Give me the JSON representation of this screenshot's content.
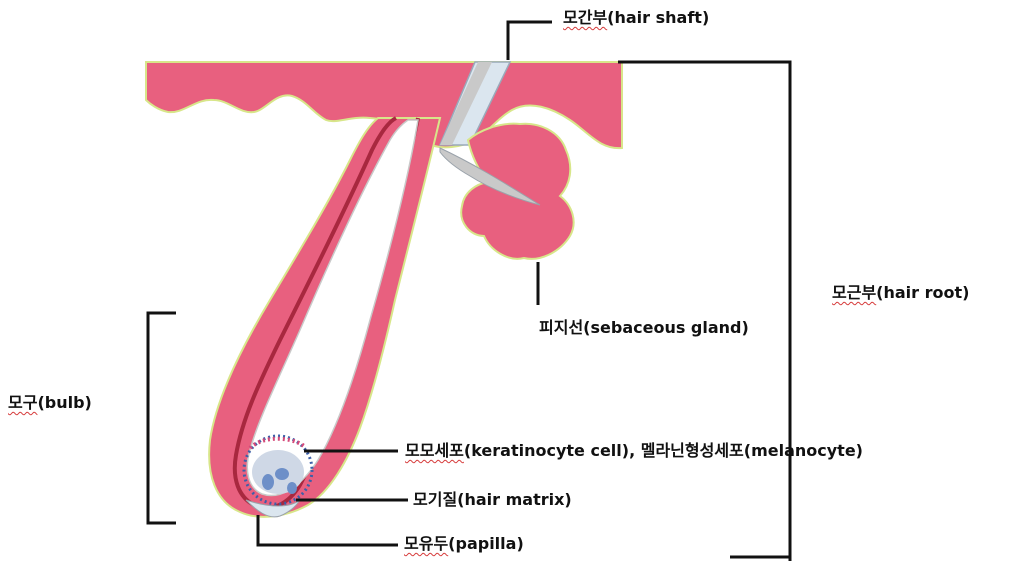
{
  "labels": {
    "hair_shaft": {
      "ko": "모간부",
      "en": "(hair shaft)"
    },
    "hair_root": {
      "ko": "모근부",
      "en": "(hair root)"
    },
    "sebaceous_gland": {
      "ko": "피지선",
      "en": "(sebaceous gland)"
    },
    "bulb": {
      "ko": "모구",
      "en": "(bulb)"
    },
    "keratinocyte": {
      "ko": "모모세포",
      "en": "(keratinocyte cell), 멜라닌형성세포(melanocyte)"
    },
    "hair_matrix": {
      "ko": "모기질",
      "en": "(hair matrix)"
    },
    "papilla": {
      "ko": "모유두",
      "en": "(papilla)"
    }
  },
  "colors": {
    "skin_pink": "#e8607f",
    "dark_line": "#a8283f",
    "shaft_blue": "#dbe6ef",
    "shaft_grey": "#c9c9c9",
    "edge_green": "#d8e68a",
    "dots_blue": "#3d5fa8",
    "dots_pink": "#d44a7a",
    "bracket_black": "#111111"
  }
}
